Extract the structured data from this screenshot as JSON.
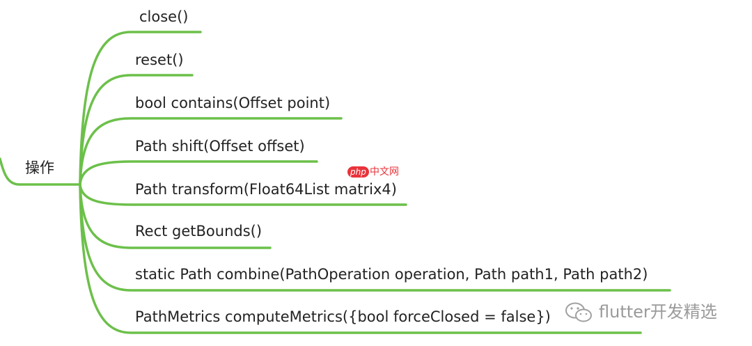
{
  "root": {
    "label": "操作"
  },
  "branches": [
    {
      "label": "close()"
    },
    {
      "label": "reset()"
    },
    {
      "label": "bool contains(Offset point)"
    },
    {
      "label": "Path shift(Offset offset)"
    },
    {
      "label": "Path transform(Float64List matrix4)"
    },
    {
      "label": "Rect getBounds()"
    },
    {
      "label": "static Path combine(PathOperation operation, Path path1, Path path2)"
    },
    {
      "label": "PathMetrics computeMetrics({bool forceClosed = false})"
    }
  ],
  "watermarks": {
    "php_badge": "php",
    "php_cn": "中文网",
    "wechat_icon": "wechat-icon",
    "wechat_text": "flutter开发精选"
  },
  "colors": {
    "line": "#6cc04a",
    "text": "#222222",
    "watermark": "#9a9a9a"
  }
}
